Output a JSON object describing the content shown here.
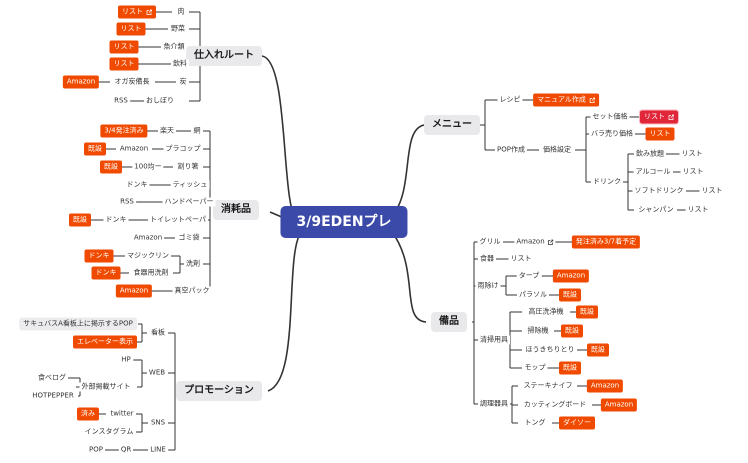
{
  "map": {
    "root": "3/9EDENプレ",
    "main": {
      "supply": "仕入れルート",
      "consumables": "消耗品",
      "promotion": "プロモーション",
      "menu": "メニュー",
      "equipment": "備品"
    },
    "supply": {
      "meat": "肉",
      "meat_tag": "リスト",
      "veg": "野菜",
      "veg_tag": "リスト",
      "fish": "魚介類",
      "fish_tag": "リスト",
      "drink": "飲料",
      "drink_tag": "リスト",
      "charcoal": "炭",
      "charcoal_via": "オガ炭備長",
      "charcoal_tag": "Amazon",
      "towel": "おしぼり",
      "towel_src": "RSS"
    },
    "consumables": {
      "net": "網",
      "net_src": "楽天",
      "net_tag": "3/4発注済み",
      "platecup": "プラコップ",
      "platecup_src": "Amazon",
      "platecup_tag": "既設",
      "chopsticks": "割り箸",
      "chopsticks_src": "100均ー",
      "chopsticks_tag": "既設",
      "tissue": "ティッシュ",
      "tissue_src": "ドンキ",
      "handpaper": "ハンドペーパー",
      "handpaper_src": "RSS",
      "toiletpaper": "トイレットペーパ",
      "toiletpaper_src": "ドンキ",
      "toiletpaper_tag": "既設",
      "trash": "ゴミ袋",
      "trash_src": "Amazon",
      "detergent": "洗剤",
      "magiclin": "マジックリン",
      "magiclin_tag": "ドンキ",
      "dishsoap": "食器用洗剤",
      "dishsoap_tag": "ドンキ",
      "vacuum": "真空パック",
      "vacuum_tag": "Amazon"
    },
    "promotion": {
      "signboard": "看板",
      "sign1": "サキュバスA看板上に掲示するPOP",
      "sign2": "エレベーター表示",
      "web": "WEB",
      "hp": "HP",
      "external": "外部掲載サイト",
      "tabelog": "食べログ",
      "hotpepper": "HOTPEPPER",
      "sns": "SNS",
      "twitter": "twitter",
      "twitter_tag": "済み",
      "instagram": "インスタグラム",
      "line": "LINE",
      "qr": "QR",
      "pop": "POP"
    },
    "menu": {
      "recipe": "レシピ",
      "manual": "マニュアル作成",
      "pop": "POP作成",
      "price": "価格設定",
      "set": "セット価格",
      "set_tag": "リスト",
      "bara": "バラ売り価格",
      "bara_tag": "リスト",
      "drink": "ドリンク",
      "nomihodai": "飲み放題",
      "alcohol": "アルコール",
      "softdrink": "ソフトドリンク",
      "champagne": "シャンパン",
      "list": "リスト"
    },
    "equipment": {
      "grill": "グリル",
      "grill_src": "Amazon",
      "grill_tag": "発注済み3/7着予定",
      "tableware": "食器",
      "tableware_val": "リスト",
      "rain": "雨除け",
      "tarp": "タープ",
      "tarp_tag": "Amazon",
      "parasol": "パラソル",
      "parasol_tag": "既設",
      "cleaning": "清掃用具",
      "washer": "高圧洗浄機",
      "washer_tag": "既設",
      "sweeper": "掃除機",
      "sweeper_tag": "既設",
      "broom": "ほうきちりとり",
      "broom_tag": "既設",
      "mop": "モップ",
      "mop_tag": "既設",
      "cooking": "調理器具",
      "steakknife": "ステーキナイフ",
      "steakknife_tag": "Amazon",
      "board": "カッティングボード",
      "board_tag": "Amazon",
      "tongs": "トング",
      "tongs_tag": "ダイソー"
    }
  },
  "colors": {
    "root_bg": "#3b4aa8",
    "tag": "#f04a00",
    "tag_alt": "#e0273a",
    "main_bg": "#e9e9ec",
    "sub_bg": "#ececef",
    "line": "#333333"
  }
}
